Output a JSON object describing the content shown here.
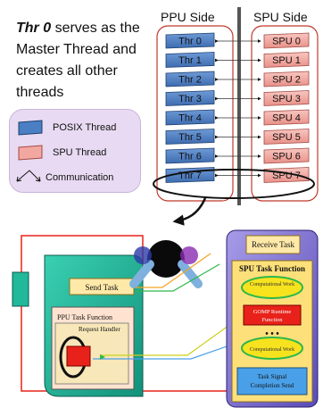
{
  "intro": {
    "lead": "Thr 0",
    "rest": "serves as the Master Thread and creates all other threads"
  },
  "legend": {
    "posix": "POSIX Thread",
    "spu": "SPU Thread",
    "comm": "Communication"
  },
  "sides": {
    "ppu": "PPU Side",
    "spu": "SPU Side"
  },
  "ppu_threads": [
    "Thr 0",
    "Thr 1",
    "Thr 2",
    "Thr 3",
    "Thr 4",
    "Thr 5",
    "Thr 6",
    "Thr 7"
  ],
  "spu_threads": [
    "SPU 0",
    "SPU 1",
    "SPU 2",
    "SPU 3",
    "SPU 4",
    "SPU 5",
    "SPU 6",
    "SPU 7"
  ],
  "ppu_panel": {
    "send_task": "Send Task",
    "task_function": "PPU Task Function",
    "request_handler": "Request Handler"
  },
  "spu_panel": {
    "receive_task": "Receive Task",
    "task_function": "SPU Task Function",
    "computational_work_1": "Computational Work",
    "gomp_1": "GOMP Runtime",
    "gomp_2": "Function",
    "dots": "• • •",
    "computational_work_2": "Computational Work",
    "signal_1": "Task Signal",
    "signal_2": "Completion Send"
  },
  "colors": {
    "posix": "#4a7fc4",
    "spu": "#f2a7a0",
    "ppu_panel": "#22b89a",
    "spu_panel": "#7c6fd0",
    "red_box": "#e8221a",
    "oval": "#f7e21e"
  }
}
